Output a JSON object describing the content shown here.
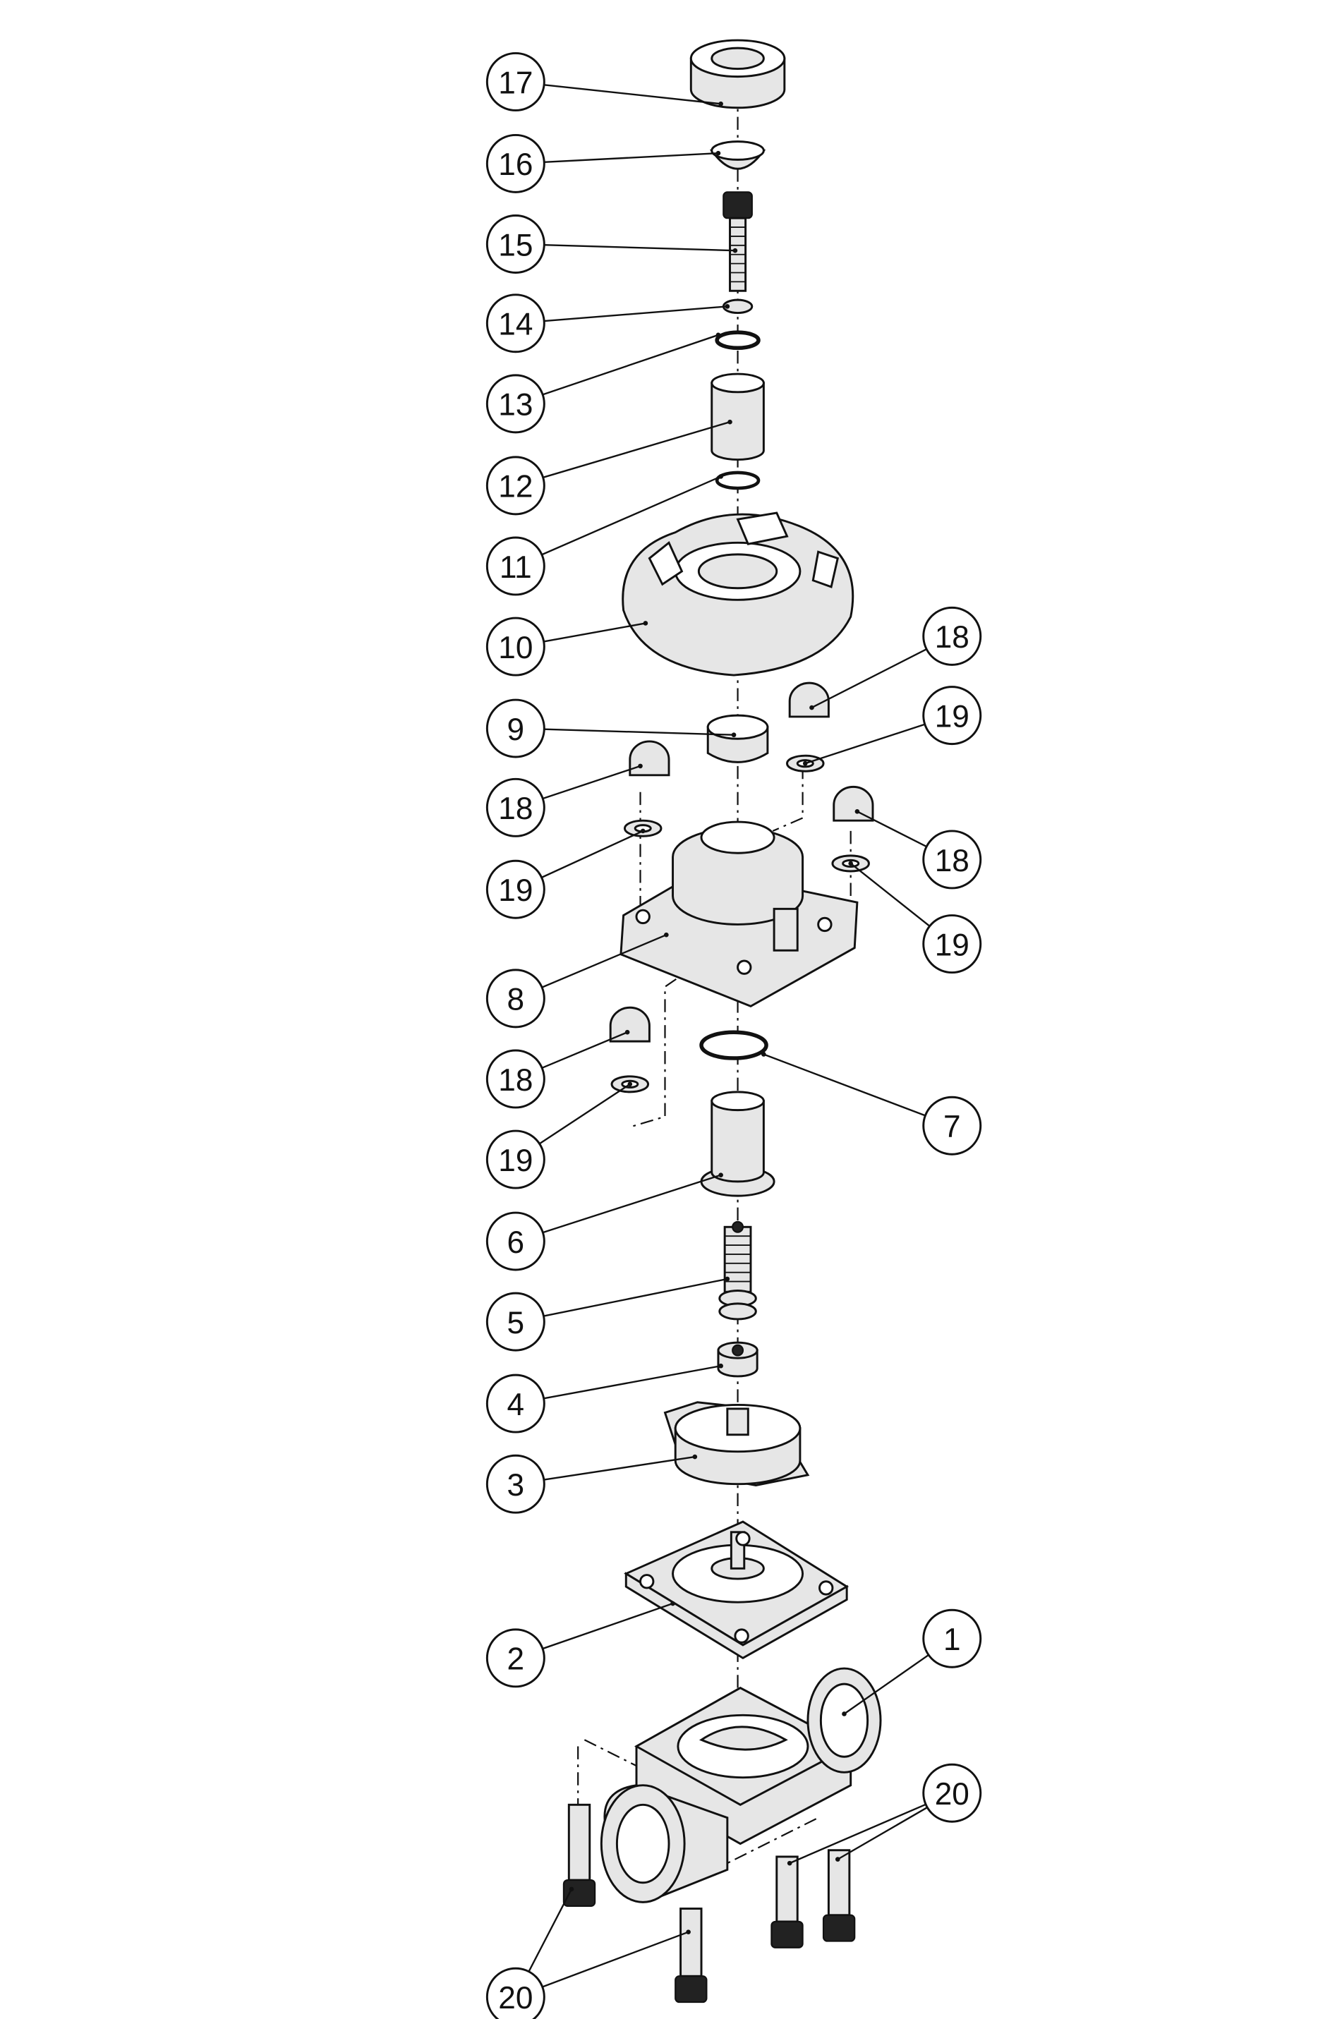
{
  "title": "Diaphragm valve exploded view",
  "callouts": [
    {
      "number": "17"
    },
    {
      "number": "16"
    },
    {
      "number": "15"
    },
    {
      "number": "14"
    },
    {
      "number": "13"
    },
    {
      "number": "12"
    },
    {
      "number": "11"
    },
    {
      "number": "10"
    },
    {
      "number": "9"
    },
    {
      "number": "18"
    },
    {
      "number": "19"
    },
    {
      "number": "18"
    },
    {
      "number": "19"
    },
    {
      "number": "18"
    },
    {
      "number": "19"
    },
    {
      "number": "8"
    },
    {
      "number": "18"
    },
    {
      "number": "19"
    },
    {
      "number": "7"
    },
    {
      "number": "6"
    },
    {
      "number": "5"
    },
    {
      "number": "4"
    },
    {
      "number": "3"
    },
    {
      "number": "2"
    },
    {
      "number": "1"
    },
    {
      "number": "20"
    },
    {
      "number": "20"
    }
  ]
}
